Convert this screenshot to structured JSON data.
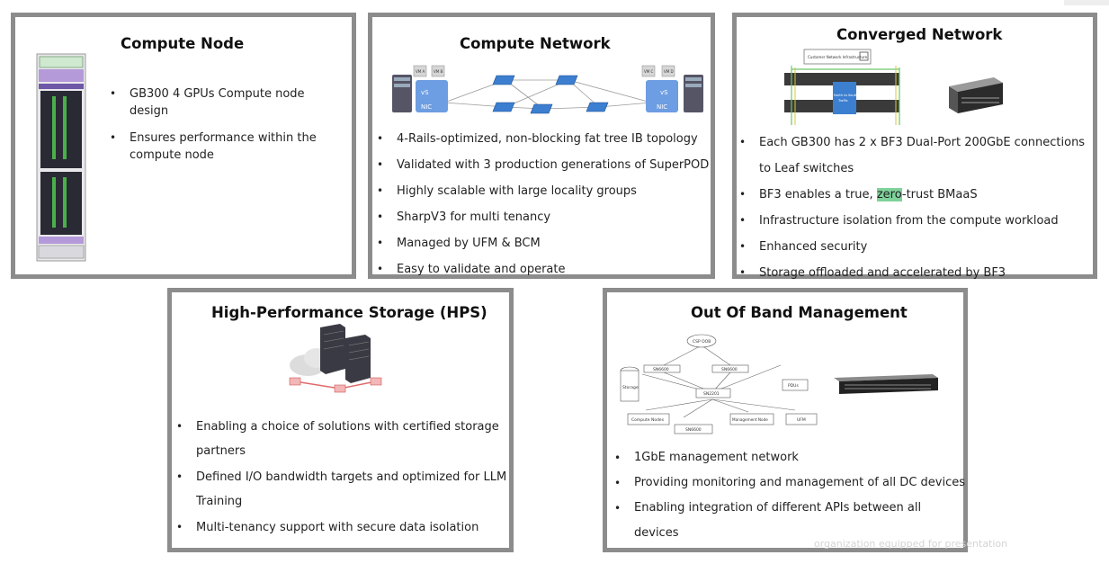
{
  "compute_node": {
    "title": "Compute Node",
    "bullets": [
      "GB300 4 GPUs Compute node design",
      "Ensures performance within the compute node"
    ]
  },
  "compute_network": {
    "title": "Compute Network",
    "diagram": {
      "vm_left": [
        "VM A",
        "VM B"
      ],
      "vm_right": [
        "VM C",
        "VM D"
      ],
      "nic": "NIC",
      "vs": "vS"
    },
    "bullets": [
      "4-Rails-optimized, non-blocking fat tree IB topology",
      "Validated with 3 production generations of SuperPOD",
      "Highly scalable with large locality groups",
      "SharpV3 for multi tenancy",
      "Managed by UFM & BCM",
      "Easy to validate and operate"
    ]
  },
  "converged_network": {
    "title": "Converged Network",
    "diagram": {
      "infra_label": "Customer Network Infrastructure",
      "north_south": "North to South",
      "ns_traffic": "Traffic"
    },
    "bullets": [
      "Each GB300 has 2 x BF3 Dual-Port 200GbE connections to Leaf switches",
      "BF3 enables a true, ",
      "Infrastructure isolation from the compute workload",
      "Enhanced security",
      "Storage offloaded and accelerated by BF3"
    ],
    "highlight_word": "zero",
    "highlight_rest": "-trust BMaaS"
  },
  "hps": {
    "title": "High-Performance Storage (HPS)",
    "bullets": [
      "Enabling a choice of solutions with certified storage partners",
      "Defined I/O bandwidth targets and optimized for LLM Training",
      "Multi-tenancy support with secure data isolation"
    ]
  },
  "oob": {
    "title": "Out Of Band Management",
    "diagram": {
      "cloud": "CSP OOB",
      "sw1": "SN6600",
      "sw2": "SN6600",
      "storage": "Storage",
      "center": "SN2201",
      "pdus": "PDUs",
      "compute_nodes": "Compute Nodes",
      "bottom_sw": "SN6600",
      "mgmt": "Management Node",
      "ufm": "UFM"
    },
    "bullets": [
      "1GbE management network",
      "Providing monitoring and management of all DC devices",
      "Enabling integration of different APIs between all devices"
    ]
  },
  "watermark": "organization equipped for presentation",
  "colors": {
    "panel_border": "#8c8c8c",
    "switch_blue": "#3c7fd0",
    "highlight": "#7fd29a"
  }
}
